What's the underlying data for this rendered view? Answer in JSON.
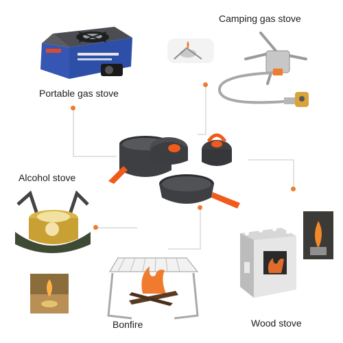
{
  "labels": {
    "camping_gas_stove": "Camping gas stove",
    "portable_gas_stove": "Portable gas stove",
    "alcohol_stove": "Alcohol stove",
    "bonfire": "Bonfire",
    "wood_stove": "Wood stove"
  },
  "colors": {
    "accent": "#f07b2f",
    "connector_line": "#bdbdbd",
    "cookware_dark": "#3d3f42",
    "handle_orange": "#f05a1a",
    "stove_blue": "#2d4fa8"
  },
  "icons": {
    "center": "camping-cookware-set-icon",
    "portable": "portable-gas-stove-icon",
    "camping": "camping-gas-stove-icon",
    "alcohol": "alcohol-stove-icon",
    "bonfire": "bonfire-grill-icon",
    "wood": "wood-stove-icon"
  }
}
